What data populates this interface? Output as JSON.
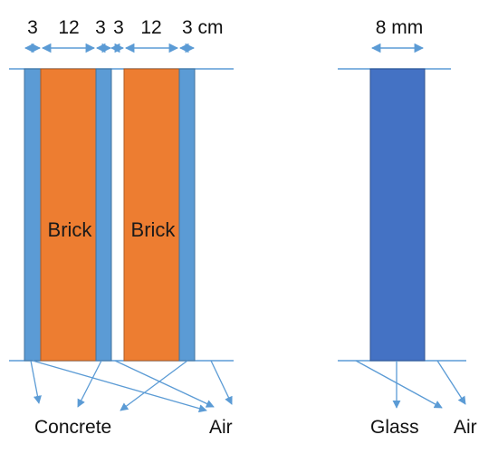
{
  "wall": {
    "dimensions": [
      "3",
      "12",
      "3",
      "3",
      "12",
      "3 cm"
    ],
    "layer_labels": [
      "Brick",
      "Brick"
    ]
  },
  "glass_pane": {
    "dimension": "8 mm"
  },
  "legend": {
    "concrete": "Concrete",
    "air_wall": "Air",
    "glass": "Glass",
    "air_glass": "Air"
  },
  "colors": {
    "concrete": "#5b9bd5",
    "brick": "#ed7d31",
    "glass": "#4472c4",
    "line": "#5b9bd5"
  }
}
